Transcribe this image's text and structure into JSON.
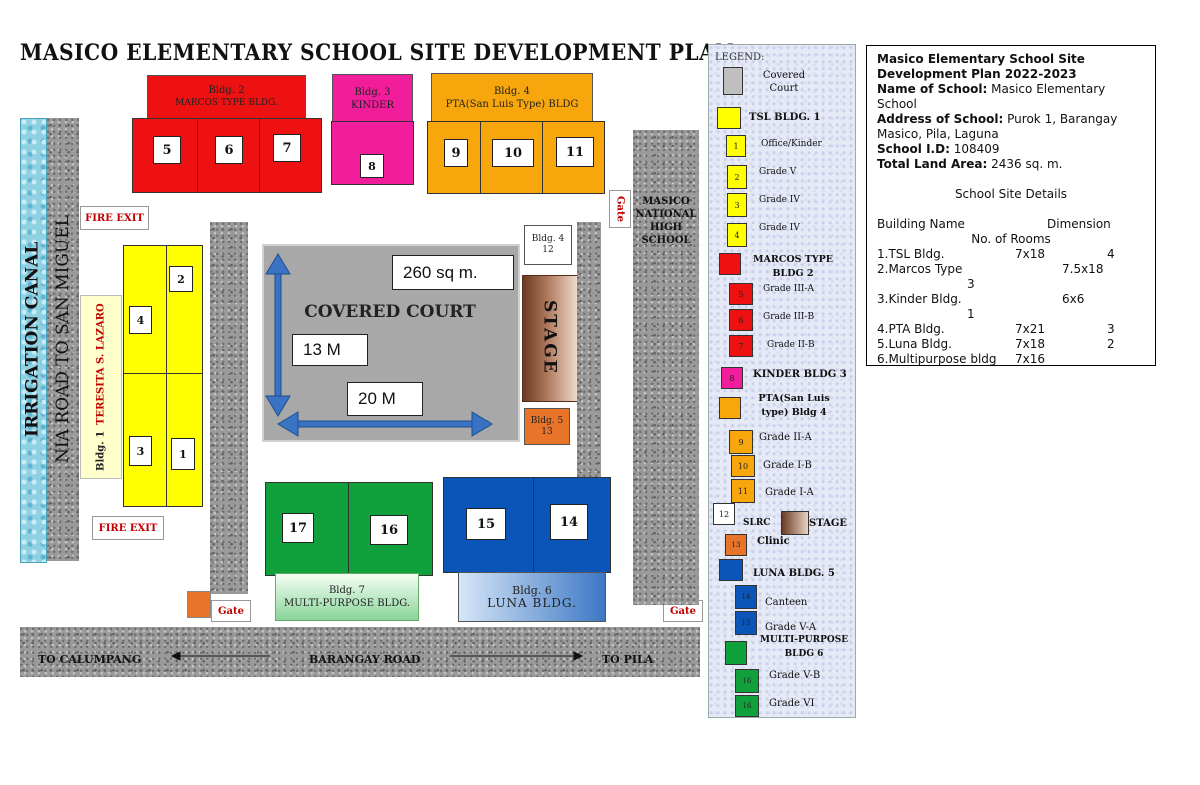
{
  "title": "MASICO ELEMENTARY SCHOOL SITE DEVELOPMENT PLAN",
  "colors": {
    "red": "#ee1111",
    "pink": "#f21d9a",
    "orange": "#f7a70c",
    "yellow": "#ffff00",
    "green": "#10a03c",
    "blue": "#0b55b8",
    "court": "#a8a8a8",
    "arrow": "#3a72c4"
  },
  "map": {
    "irrigation_canal": "IRRIGATION CANAL",
    "nia_road": "NIA ROAD TO SAN MIGUEL",
    "fire_exit": "FIRE EXIT",
    "gate": "Gate",
    "masico_high": [
      "MASICO",
      "NATIONAL",
      "HIGH",
      "SCHOOL"
    ],
    "road": {
      "left": "TO CALUMPANG",
      "center": "BARANGAY ROAD",
      "right": "TO PILA"
    },
    "bldg1": {
      "label": "Bldg. 1",
      "name": "TERESITA S. LAZARO",
      "rooms": [
        "2",
        "4",
        "3",
        "1"
      ]
    },
    "bldg2": {
      "label": "Bldg. 2",
      "name": "MARCOS TYPE BLDG.",
      "rooms": [
        "5",
        "6",
        "7"
      ]
    },
    "bldg3": {
      "label": "Bldg. 3",
      "name": "KINDER",
      "room": "8"
    },
    "bldg4": {
      "label": "Bldg. 4",
      "name": "PTA(San Luis Type) BLDG",
      "rooms": [
        "9",
        "10",
        "11"
      ]
    },
    "bldg4b": {
      "label": "Bldg. 4",
      "room": "12"
    },
    "bldg5": {
      "label": "Bldg. 5",
      "room": "13"
    },
    "bldg6": {
      "label": "Bldg. 6",
      "name": "LUNA BLDG.",
      "rooms": [
        "15",
        "14"
      ]
    },
    "bldg7": {
      "label": "Bldg. 7",
      "name": "MULTI-PURPOSE BLDG.",
      "rooms": [
        "17",
        "16"
      ]
    },
    "covered_court": "COVERED COURT",
    "area": "260 sq m.",
    "dim_width": "13 M",
    "dim_length": "20 M",
    "stage": "STAGE"
  },
  "legend": {
    "heading": "LEGEND:",
    "items": [
      {
        "text": "Covered Court",
        "swatch": "",
        "color": "#bfbfbf"
      },
      {
        "text": "TSL BLDG. 1",
        "swatch": "",
        "color": "#ffff00",
        "bold": true
      },
      {
        "text": "Office/Kinder",
        "swatch": "1",
        "color": "#ffff00"
      },
      {
        "text": "Grade V",
        "swatch": "2",
        "color": "#ffff00"
      },
      {
        "text": "Grade IV",
        "swatch": "3",
        "color": "#ffff00"
      },
      {
        "text": "Grade IV",
        "swatch": "4",
        "color": "#ffff00"
      },
      {
        "text": "MARCOS TYPE BLDG 2",
        "swatch": "",
        "color": "#ee1111",
        "bold": true
      },
      {
        "text": "Grade III-A",
        "swatch": "5",
        "color": "#ee1111"
      },
      {
        "text": "Grade III-B",
        "swatch": "6",
        "color": "#ee1111"
      },
      {
        "text": "Grade II-B",
        "swatch": "7",
        "color": "#ee1111"
      },
      {
        "text": "KINDER BLDG 3",
        "swatch": "8",
        "color": "#f21d9a",
        "bold": true
      },
      {
        "text": "PTA(San Luis type) Bldg 4",
        "swatch": "",
        "color": "#f7a70c",
        "bold": true
      },
      {
        "text": "Grade II-A",
        "swatch": "9",
        "color": "#f7a70c"
      },
      {
        "text": "Grade I-B",
        "swatch": "10",
        "color": "#f7a70c"
      },
      {
        "text": "Grade I-A",
        "swatch": "11",
        "color": "#f7a70c"
      },
      {
        "text": "SLRC",
        "swatch": "12",
        "color": "#ffffff",
        "bold": true
      },
      {
        "text": "STAGE",
        "swatch": "",
        "color": "#8b5a3c",
        "bold": true
      },
      {
        "text": "Clinic",
        "swatch": "13",
        "color": "#e8742a",
        "bold": true
      },
      {
        "text": "LUNA BLDG. 5",
        "swatch": "",
        "color": "#0b55b8",
        "bold": true
      },
      {
        "text": "Canteen",
        "swatch": "14",
        "color": "#0b55b8"
      },
      {
        "text": "Grade V-A",
        "swatch": "15",
        "color": "#0b55b8"
      },
      {
        "text": "MULTI-PURPOSE BLDG 6",
        "swatch": "",
        "color": "#10a03c",
        "bold": true
      },
      {
        "text": "Grade V-B",
        "swatch": "16",
        "color": "#10a03c"
      },
      {
        "text": "Grade VI",
        "swatch": "16",
        "color": "#10a03c"
      }
    ]
  },
  "info": {
    "title": "Masico Elementary School Site Development Plan 2022-2023",
    "name_label": "Name of School:",
    "name_value": "Masico Elementary School",
    "address_label": "Address of School:",
    "address_value": "Purok 1, Barangay Masico, Pila, Laguna",
    "id_label": "School I.D:",
    "id_value": "108409",
    "area_label": "Total Land Area:",
    "area_value": "2436 sq. m.",
    "details_heading": "School Site Details",
    "col_name": "Building Name",
    "col_dim": "Dimension",
    "col_rooms": "No. of Rooms",
    "rows": [
      {
        "name": "1.TSL Bldg.",
        "dim": "7x18",
        "rooms": "4"
      },
      {
        "name": "2.Marcos Type",
        "dim": "7.5x18",
        "rooms": "3"
      },
      {
        "name": "3.Kinder Bldg.",
        "dim": "6x6",
        "rooms": "1"
      },
      {
        "name": "4.PTA Bldg.",
        "dim": "7x21",
        "rooms": "3"
      },
      {
        "name": "5.Luna Bldg.",
        "dim": "7x18",
        "rooms": "2"
      },
      {
        "name": "6.Multipurpose bldg",
        "dim": "7x16",
        "rooms": ""
      }
    ]
  }
}
